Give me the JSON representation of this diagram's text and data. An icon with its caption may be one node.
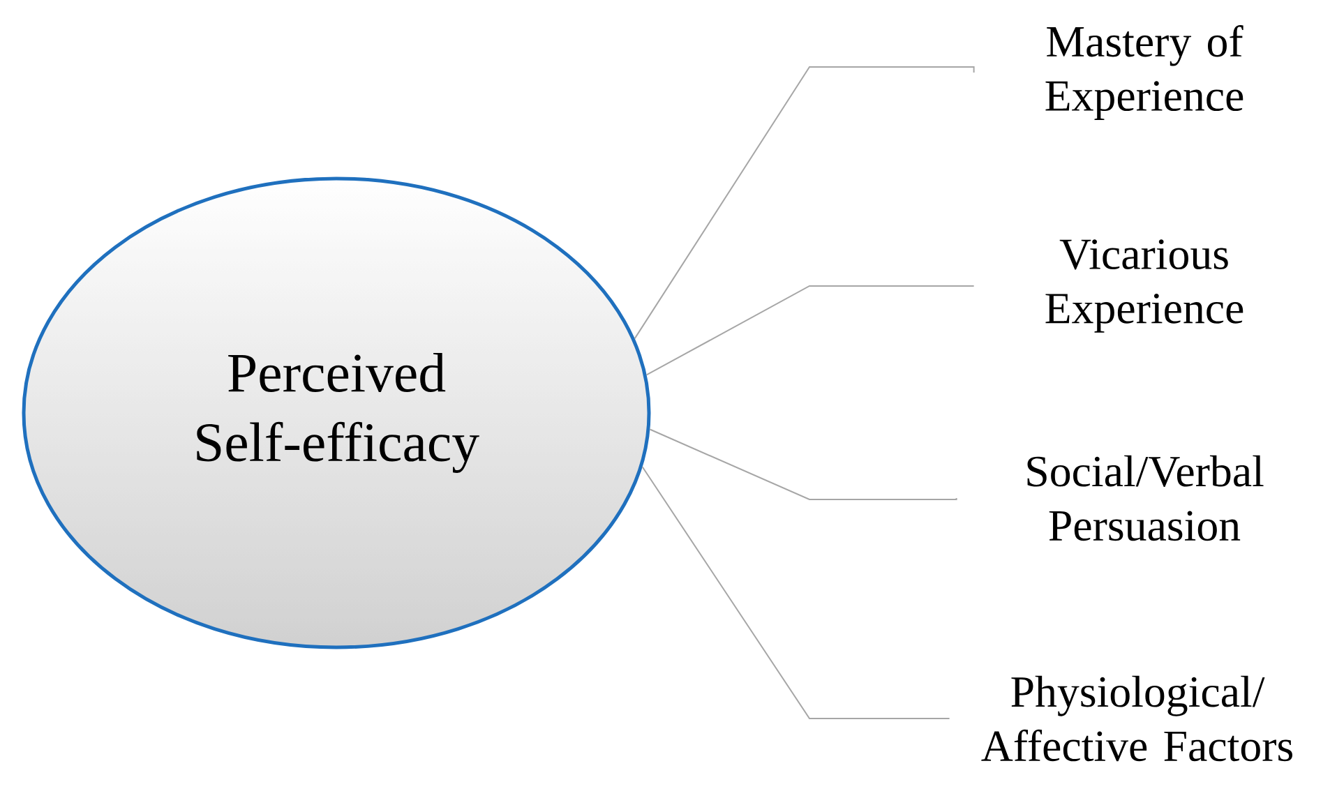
{
  "diagram": {
    "nodes": [
      {
        "text": [
          "Perceived Self-efficacy"
        ]
      },
      {
        "text": [
          "Mastery of Experience"
        ]
      },
      {
        "text": [
          "Vicarious Experience"
        ]
      },
      {
        "text": [
          "Social/Verbal Persuasion"
        ]
      },
      {
        "text": [
          "Physiological/ Affective Factors"
        ]
      }
    ],
    "edges": [
      {
        "from": 0,
        "to": 1,
        "arrow": "none"
      },
      {
        "from": 0,
        "to": 2,
        "arrow": "none"
      },
      {
        "from": 0,
        "to": 3,
        "arrow": "none"
      },
      {
        "from": 0,
        "to": 4,
        "arrow": "none"
      }
    ]
  }
}
